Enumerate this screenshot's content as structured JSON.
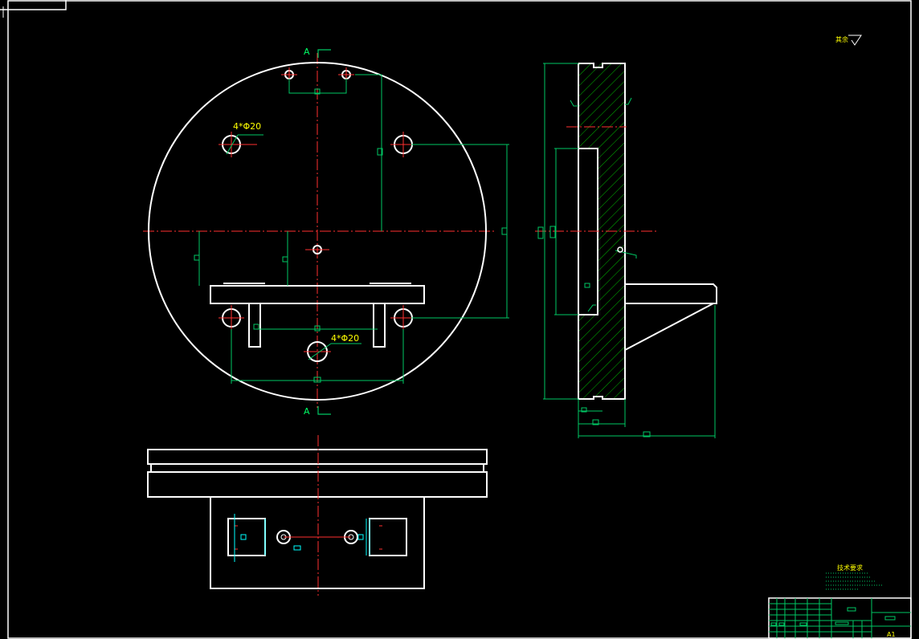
{
  "drawing": {
    "section_marks": {
      "top": "A",
      "bottom": "A"
    },
    "hole_callouts": {
      "upper_left": "4*Φ20",
      "lower_center": "4*Φ20"
    },
    "roughness_note": {
      "text": "其余"
    },
    "tech_requirements": {
      "title": "技术要求"
    },
    "title_block": {
      "sheet_size": "A1"
    }
  },
  "colors": {
    "outline": "#ffffff",
    "centerline": "#ff3030",
    "dimension": "#00c864",
    "annotation": "#ffff00",
    "hatch": "#00b400",
    "hidden": "#00ffff",
    "background": "#000000"
  }
}
